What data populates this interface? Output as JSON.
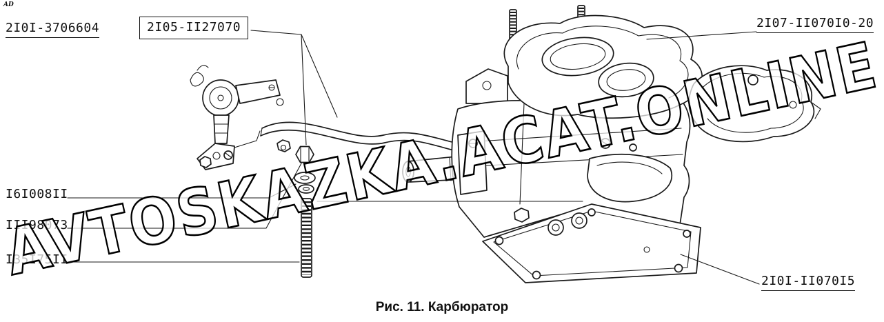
{
  "page": {
    "corner_mark": "AD",
    "caption": "Рис. 11. Карбюратор",
    "watermark": "AVTOSKAZKA.ACAT.ONLINE"
  },
  "labels": {
    "carb_assembly": "2I0I-3706604",
    "hose": "2I05-II27070",
    "top_cover": "2I07-II070I0-20",
    "washer": "I6I008II",
    "nut": "III98073",
    "stud": "I35I75II",
    "base": "2I0I-II070I5"
  },
  "colors": {
    "ink": "#1a1a1a",
    "background": "#ffffff"
  }
}
